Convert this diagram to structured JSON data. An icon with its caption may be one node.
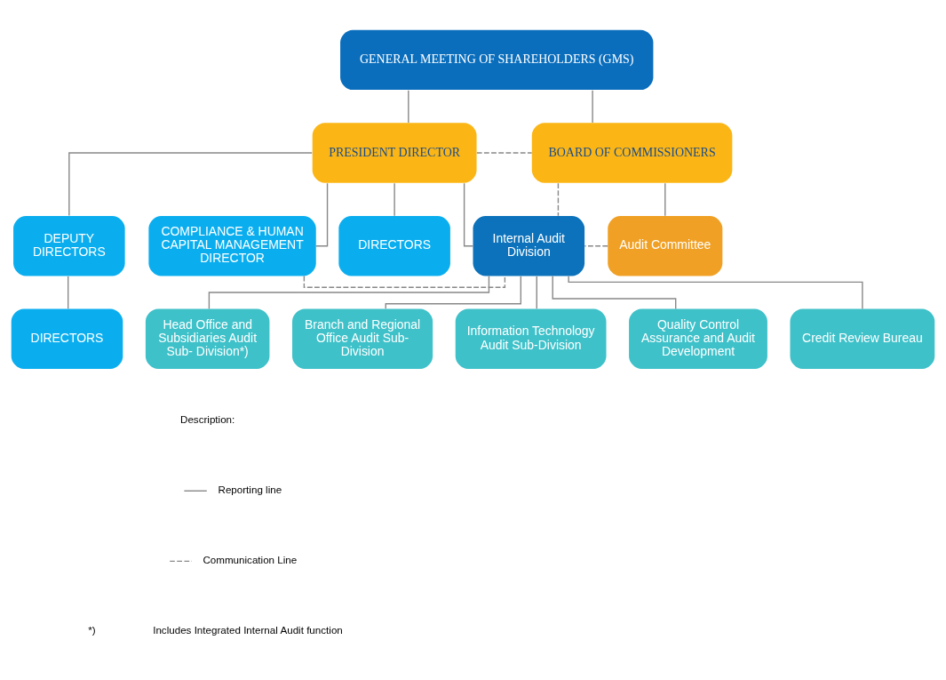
{
  "diagram": {
    "nodes": [
      {
        "text": [
          "GENERAL MEETING OF SHAREHOLDERS (GMS)"
        ]
      },
      {
        "text": [
          "PRESIDENT DIRECTOR"
        ]
      },
      {
        "text": [
          "BOARD OF COMMISSIONERS"
        ]
      },
      {
        "text": [
          "DEPUTY DIRECTORS"
        ]
      },
      {
        "text": [
          "COMPLIANCE & HUMAN CAPITAL MANAGEMENT DIRECTOR"
        ]
      },
      {
        "text": [
          "DIRECTORS"
        ]
      },
      {
        "text": [
          "Audit Committee"
        ]
      },
      {
        "text": [
          "DIRECTORS"
        ]
      },
      {
        "text": [
          "Internal Audit Division"
        ]
      },
      {
        "text": [
          "Head Office and Subsidiaries Audit Sub- Division*)"
        ]
      },
      {
        "text": [
          "Branch and Regional Office Audit Sub-Division"
        ]
      },
      {
        "text": [
          "Information Technology Audit Sub-Division"
        ]
      },
      {
        "text": [
          "Quality Control Assurance and Audit Development"
        ]
      },
      {
        "text": [
          "Credit Review Bureau"
        ]
      }
    ],
    "edges": [
      {
        "from": 0,
        "to": 1,
        "arrow": "none"
      },
      {
        "from": 0,
        "to": 2,
        "arrow": "none"
      },
      {
        "from": 1,
        "to": 2,
        "arrow": "none",
        "style": "dashed"
      },
      {
        "from": 1,
        "to": 3,
        "arrow": "none"
      },
      {
        "from": 1,
        "to": 4,
        "arrow": "none"
      },
      {
        "from": 1,
        "to": 5,
        "arrow": "none"
      },
      {
        "from": 1,
        "to": 8,
        "arrow": "none"
      },
      {
        "from": 2,
        "to": 6,
        "arrow": "none"
      },
      {
        "from": 3,
        "to": 7,
        "arrow": "none"
      },
      {
        "from": 4,
        "to": 8,
        "arrow": "none",
        "style": "dashed"
      },
      {
        "from": 6,
        "to": 8,
        "arrow": "none",
        "style": "dashed"
      },
      {
        "from": 2,
        "to": 8,
        "arrow": "none",
        "style": "dashed"
      },
      {
        "from": 8,
        "to": 9,
        "arrow": "none"
      },
      {
        "from": 8,
        "to": 10,
        "arrow": "none"
      },
      {
        "from": 8,
        "to": 11,
        "arrow": "none"
      },
      {
        "from": 8,
        "to": 12,
        "arrow": "none"
      },
      {
        "from": 8,
        "to": 13,
        "arrow": "none"
      }
    ],
    "labels": [
      "Description:",
      "*)",
      "Includes Integrated Internal Audit function"
    ],
    "legend": [
      {
        "text": "Reporting line"
      },
      {
        "text": "Communication Line"
      }
    ]
  }
}
